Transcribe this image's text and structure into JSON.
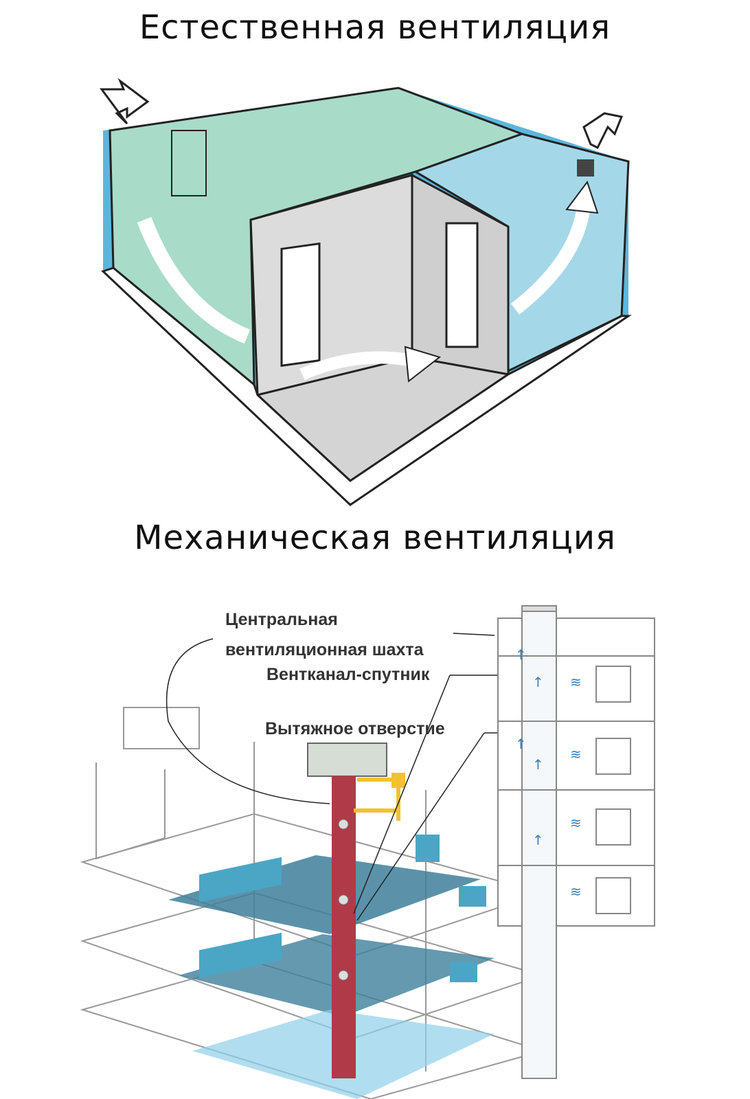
{
  "natural": {
    "title": "Естественная вентиляция"
  },
  "mechanical": {
    "title": "Механическая вентиляция",
    "labels": {
      "central_shaft_line1": "Центральная",
      "central_shaft_line2": "вентиляционная шахта",
      "satellite_duct": "Вентканал-спутник",
      "exhaust_opening": "Вытяжное отверстие"
    }
  },
  "colors": {
    "bedroom": "#a8dcc8",
    "bathroom": "#a4d8e8",
    "floor_blue": "#3fa9d6",
    "hall": "#dcdcdc",
    "shaft": "#b03a48",
    "duct_yellow": "#f2c12e",
    "furniture": "#4aa6c4"
  }
}
